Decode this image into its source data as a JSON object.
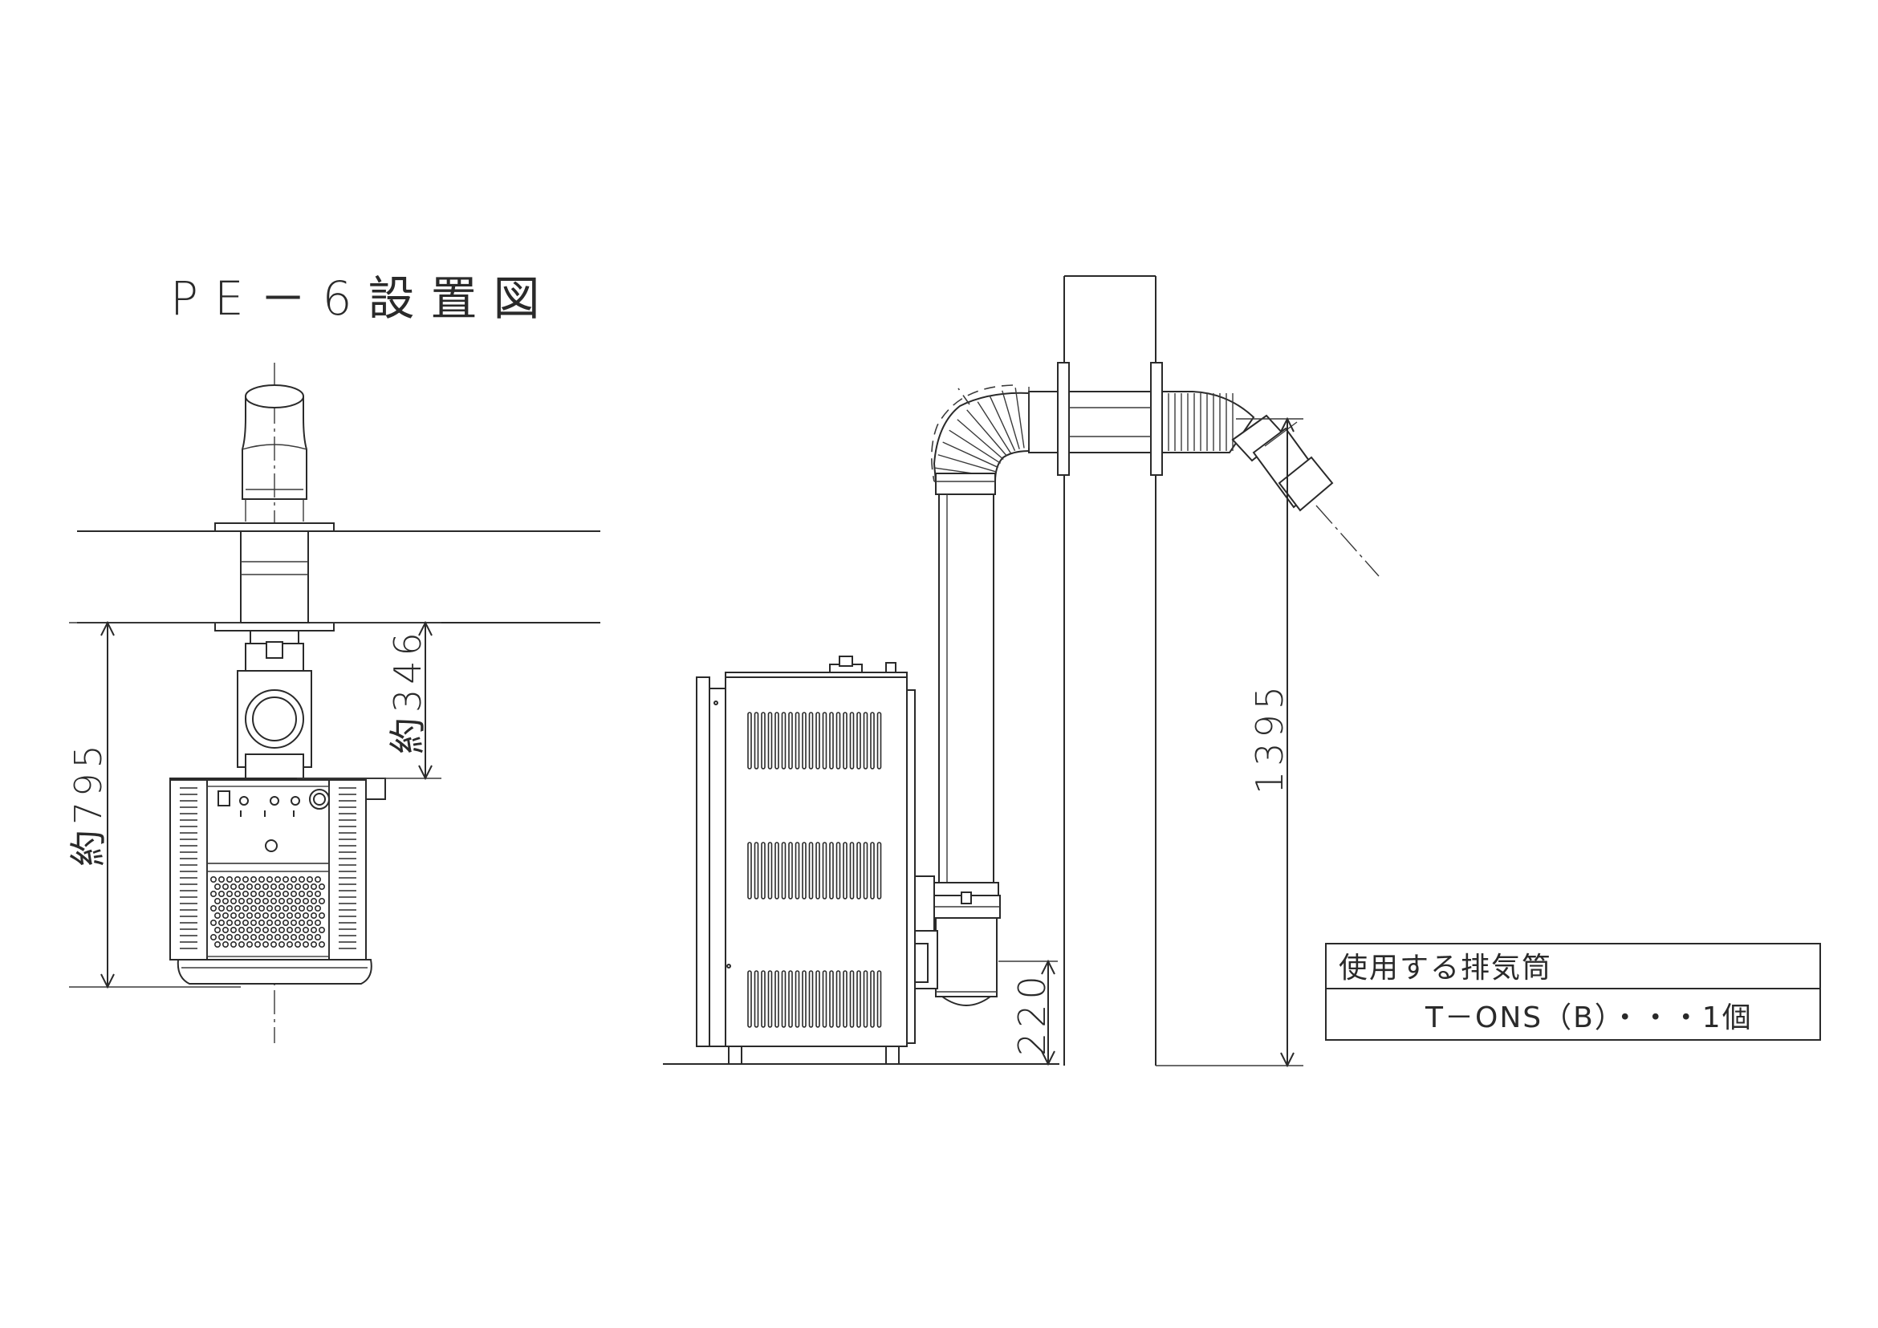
{
  "title": "PE－6設置図",
  "dimensions": {
    "top_view_height": "約795",
    "top_view_offset": "約346",
    "side_pipe_height": "1395",
    "side_outlet_height": "220"
  },
  "note_box": {
    "heading": "使用する排気筒",
    "item": "T－ONS（B）・・・1個"
  }
}
